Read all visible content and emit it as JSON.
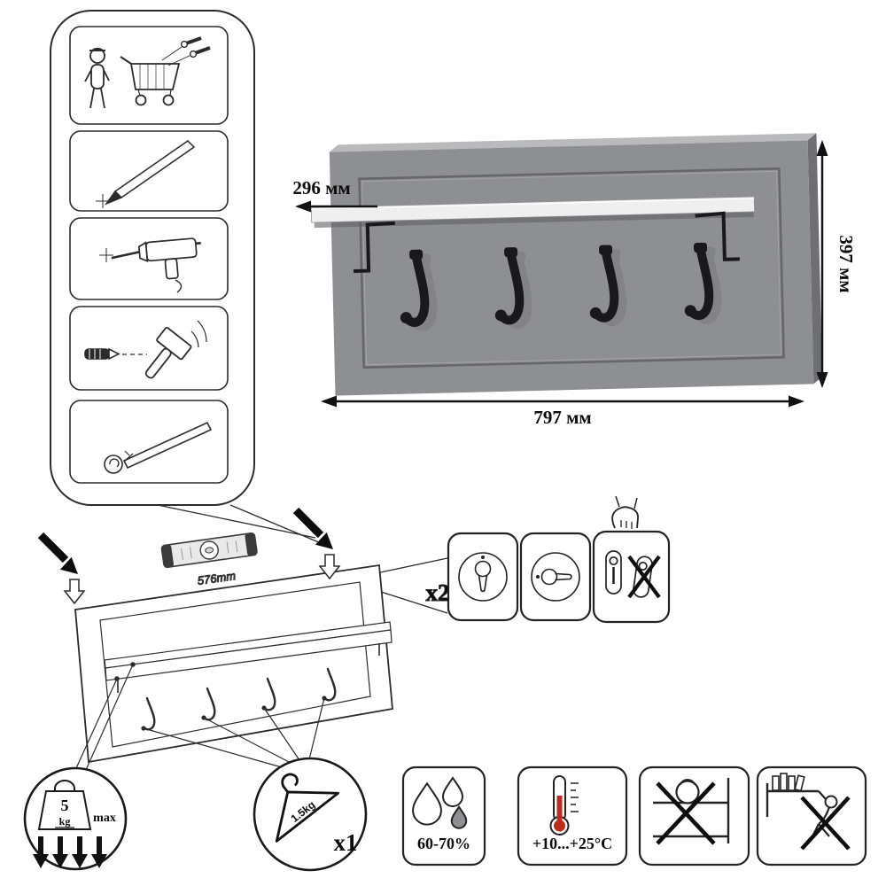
{
  "labels": {
    "dim_depth": "296 мм",
    "dim_height": "397 мм",
    "dim_width": "797 мм",
    "mount_span": "576mm",
    "keyhole_qty": "x2",
    "weight_value": "5",
    "weight_unit": "kg",
    "weight_max": "max",
    "hook_load": "1.5kg",
    "hanger_qty": "x1",
    "humidity": "60-70%",
    "temperature": "+10...+25°C"
  },
  "colors": {
    "panel": "#8e8f92",
    "panel_edge_dark": "#6e6f72",
    "panel_edge_light": "#b9babc",
    "shelf": "#efefef",
    "hook": "#19191b",
    "outline": "#2b2b2b",
    "thermometer_red": "#c02b20",
    "callout_gray": "#a9a9a9"
  },
  "sidebar_steps": [
    "collect-parts-and-hardware",
    "mark-with-pencil",
    "drill-holes",
    "hammer-in-dowels",
    "mount-rail"
  ],
  "icons": [
    "person-with-cart-icon",
    "screws-icon",
    "pencil-icon",
    "drill-icon",
    "hammer-and-dowel-icon",
    "mounting-rail-icon",
    "spirit-level",
    "mount-arrow-icon",
    "mount-point-marker-icon",
    "keyhole-plate-icon",
    "keyhole-plate-rotated-icon",
    "keyhole-orientation-ok-icon",
    "keyhole-orientation-wrong-icon",
    "hanging-hand-icon",
    "weight-5kg-icon",
    "down-arrows-icon",
    "clothes-hanger-icon",
    "water-drops-icon",
    "thermometer-icon",
    "no-heavy-objects-icon",
    "no-hanging-icon"
  ]
}
